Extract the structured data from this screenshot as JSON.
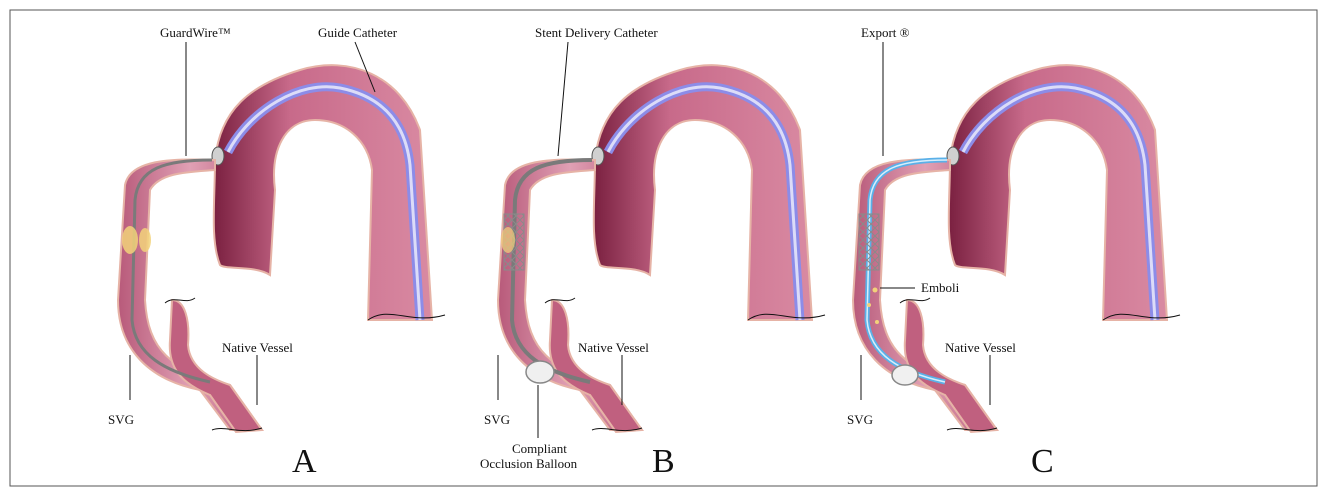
{
  "colors": {
    "frame": "#555555",
    "vessel_fill": "#c86a8a",
    "vessel_dark": "#7a2040",
    "vessel_edge": "#e6b3a6",
    "guide_lumen": "#8c8ce8",
    "wire": "#7a7a7a",
    "export_catheter": "#5ab0e8",
    "stent": "#d8d8d8",
    "plaque": "#f2d27a"
  },
  "panels": [
    {
      "letter": "A",
      "labels": {
        "device": "GuardWire™",
        "guide": "Guide Catheter",
        "native": "Native Vessel",
        "svg": "SVG"
      }
    },
    {
      "letter": "B",
      "labels": {
        "device": "Stent Delivery Catheter",
        "native": "Native Vessel",
        "svg": "SVG",
        "balloon_1": "Compliant",
        "balloon_2": "Occlusion Balloon"
      }
    },
    {
      "letter": "C",
      "labels": {
        "device": "Export ®",
        "emboli": "Emboli",
        "native": "Native Vessel",
        "svg": "SVG"
      }
    }
  ]
}
